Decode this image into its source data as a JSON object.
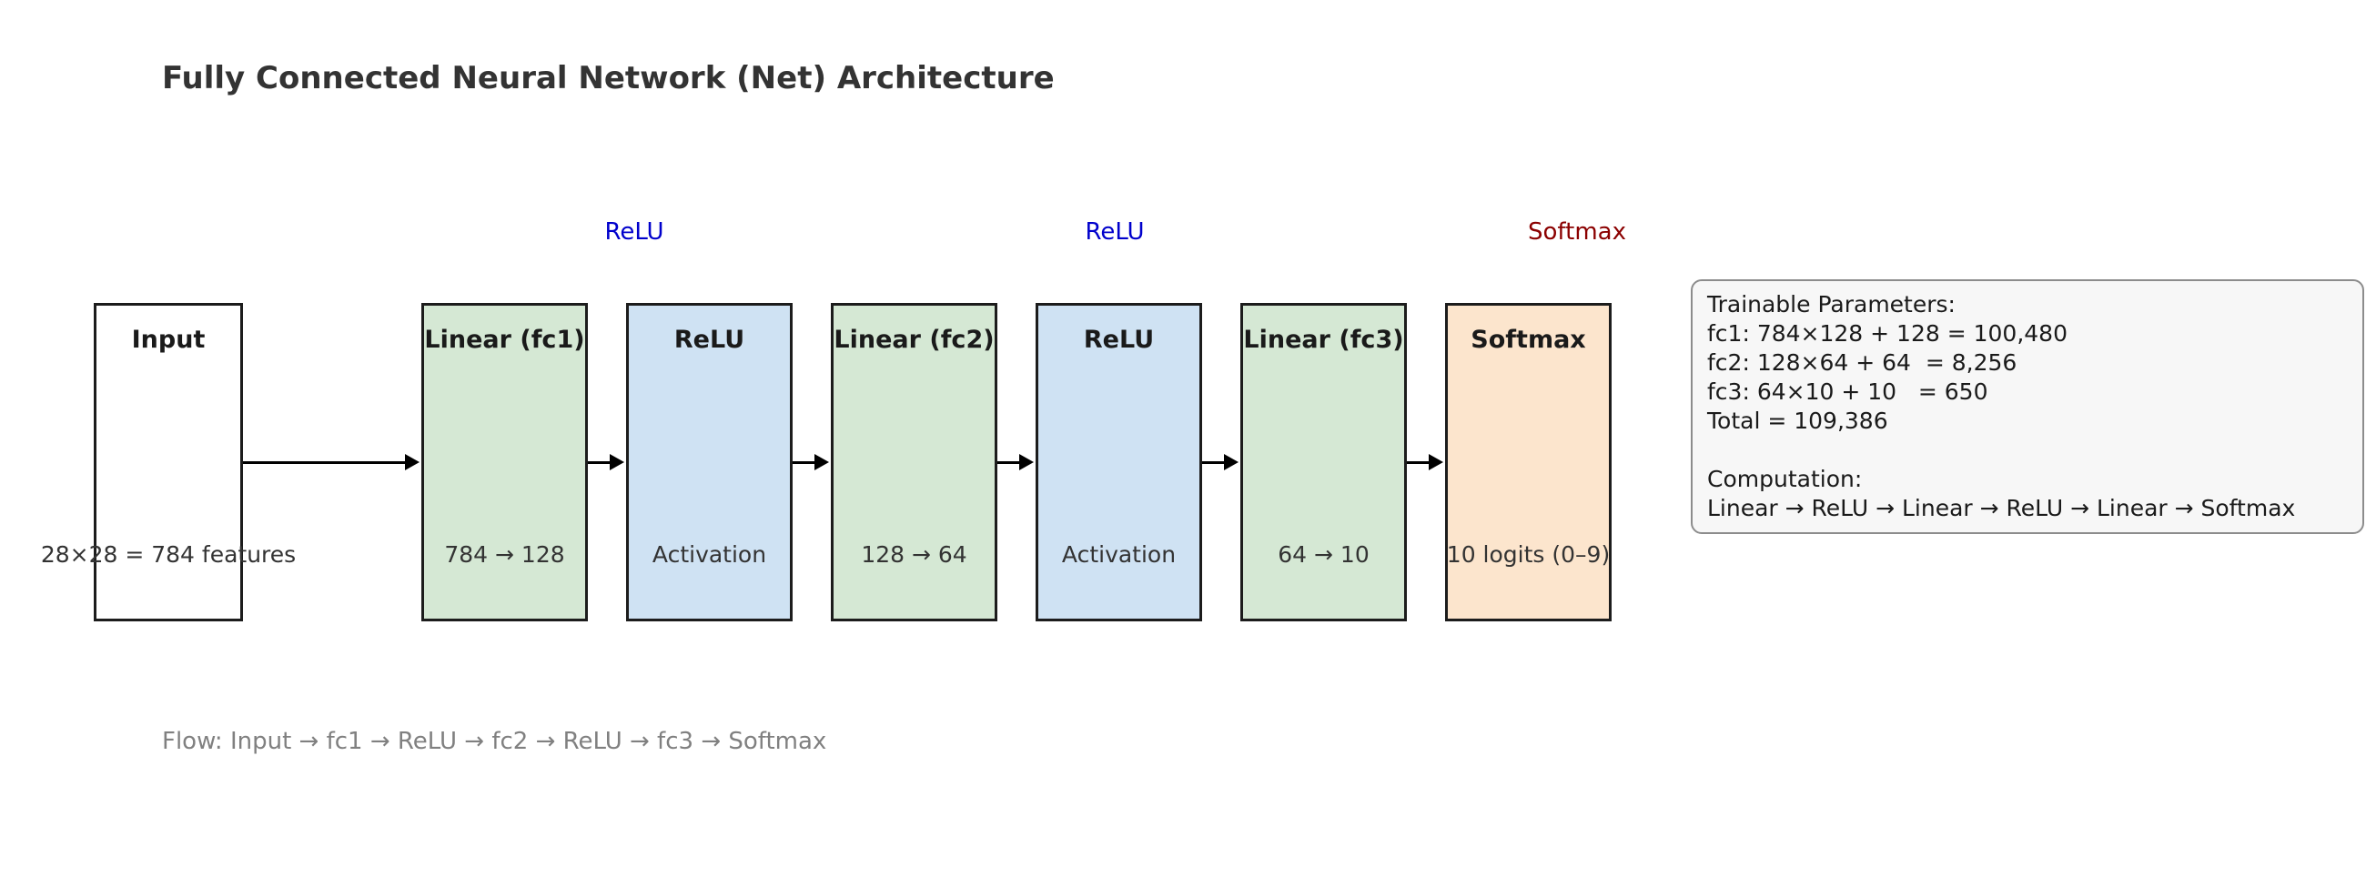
{
  "title": "Fully Connected Neural Network (Net) Architecture",
  "diagram": {
    "annotations": [
      {
        "label": "ReLU",
        "color": "#0000cc"
      },
      {
        "label": "ReLU",
        "color": "#0000cc"
      },
      {
        "label": "Softmax",
        "color": "#8b0000"
      }
    ],
    "nodes": [
      {
        "id": "input",
        "title": "Input",
        "subtitle": "28×28 = 784 features",
        "fill": "#ffffff"
      },
      {
        "id": "fc1",
        "title": "Linear (fc1)",
        "subtitle": "784 → 128",
        "fill": "#d5e8d4"
      },
      {
        "id": "relu1",
        "title": "ReLU",
        "subtitle": "Activation",
        "fill": "#cfe2f3"
      },
      {
        "id": "fc2",
        "title": "Linear (fc2)",
        "subtitle": "128 → 64",
        "fill": "#d5e8d4"
      },
      {
        "id": "relu2",
        "title": "ReLU",
        "subtitle": "Activation",
        "fill": "#cfe2f3"
      },
      {
        "id": "fc3",
        "title": "Linear (fc3)",
        "subtitle": "64 → 10",
        "fill": "#d5e8d4"
      },
      {
        "id": "softmax",
        "title": "Softmax",
        "subtitle": "10 logits (0–9)",
        "fill": "#fce5cd"
      }
    ],
    "flow_caption": "Flow: Input → fc1 → ReLU → fc2 → ReLU → fc3 → Softmax"
  },
  "info_box": {
    "lines": [
      "Trainable Parameters:",
      "fc1: 784×128 + 128 = 100,480",
      "fc2: 128×64 + 64  = 8,256",
      "fc3: 64×10 + 10   = 650",
      "Total = 109,386",
      "",
      "Computation:",
      "Linear → ReLU → Linear → ReLU → Linear → Softmax"
    ]
  }
}
